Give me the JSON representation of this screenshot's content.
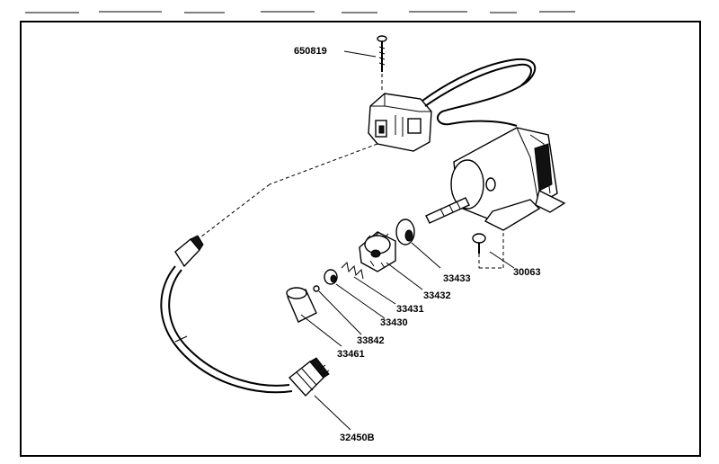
{
  "parts": {
    "screw": "650819",
    "switch_box": "",
    "cord": "32450B",
    "end_cap": "33461",
    "pin": "33842",
    "spring_cap": "33430",
    "spring": "33431",
    "pinion": "33432",
    "retainer": "33433",
    "bolt": "30063"
  },
  "colors": {
    "ink": "#000000",
    "paper": "#ffffff"
  }
}
